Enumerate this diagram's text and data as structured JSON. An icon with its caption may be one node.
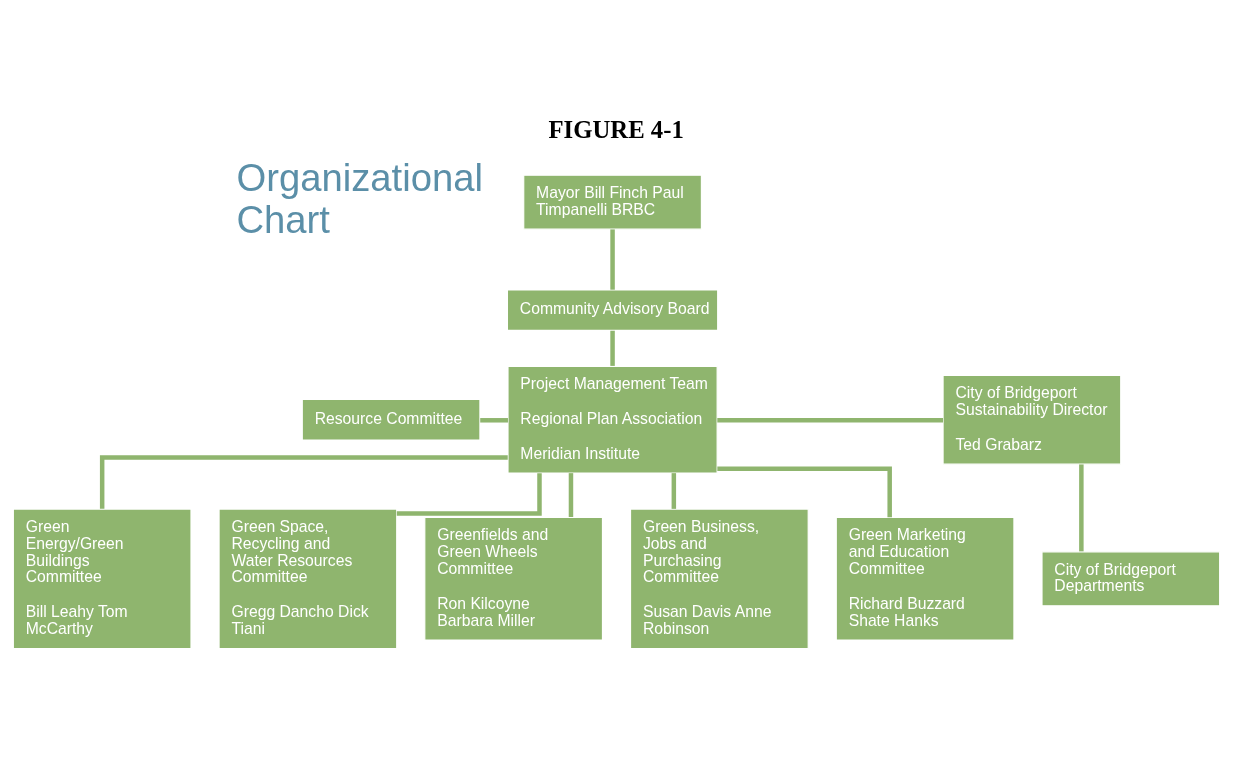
{
  "diagram": {
    "title": "FIGURE 4-1",
    "nodes": [
      {
        "text": [
          "Mayor Bill Finch Paul Timpanelli BRBC"
        ]
      },
      {
        "text": [
          "Community Advisory Board"
        ]
      },
      {
        "text": [
          "Resource Committee"
        ]
      },
      {
        "text": [
          "Project Management Team",
          "Regional Plan Association",
          "Meridian Institute"
        ]
      },
      {
        "text": [
          "City of Bridgeport Sustainability Director",
          "Ted Grabarz"
        ]
      },
      {
        "text": [
          "Green Energy/Green Buildings Committee",
          "Bill Leahy Tom McCarthy"
        ]
      },
      {
        "text": [
          "Green Space, Recycling and Water Resources Committee",
          "Gregg Dancho Dick Tiani"
        ]
      },
      {
        "text": [
          "Greenfields and Green Wheels Committee",
          "Ron Kilcoyne Barbara Miller"
        ]
      },
      {
        "text": [
          "Green Business, Jobs and Purchasing Committee",
          "Susan Davis Anne Robinson"
        ]
      },
      {
        "text": [
          "Green Marketing and Education Committee",
          "Richard Buzzard Shate Hanks"
        ]
      },
      {
        "text": [
          "City of Bridgeport Departments"
        ]
      }
    ],
    "edges": [
      {
        "from": 0,
        "to": 1,
        "arrow": "none"
      },
      {
        "from": 1,
        "to": 3,
        "arrow": "none"
      },
      {
        "from": 2,
        "to": 3,
        "arrow": "none"
      },
      {
        "from": 3,
        "to": 4,
        "arrow": "none"
      },
      {
        "from": 3,
        "to": 5,
        "arrow": "none"
      },
      {
        "from": 3,
        "to": 6,
        "arrow": "none"
      },
      {
        "from": 3,
        "to": 7,
        "arrow": "none"
      },
      {
        "from": 3,
        "to": 8,
        "arrow": "none"
      },
      {
        "from": 3,
        "to": 9,
        "arrow": "none"
      },
      {
        "from": 4,
        "to": 10,
        "arrow": "none"
      }
    ],
    "labels": [
      "Organizational Chart"
    ]
  }
}
